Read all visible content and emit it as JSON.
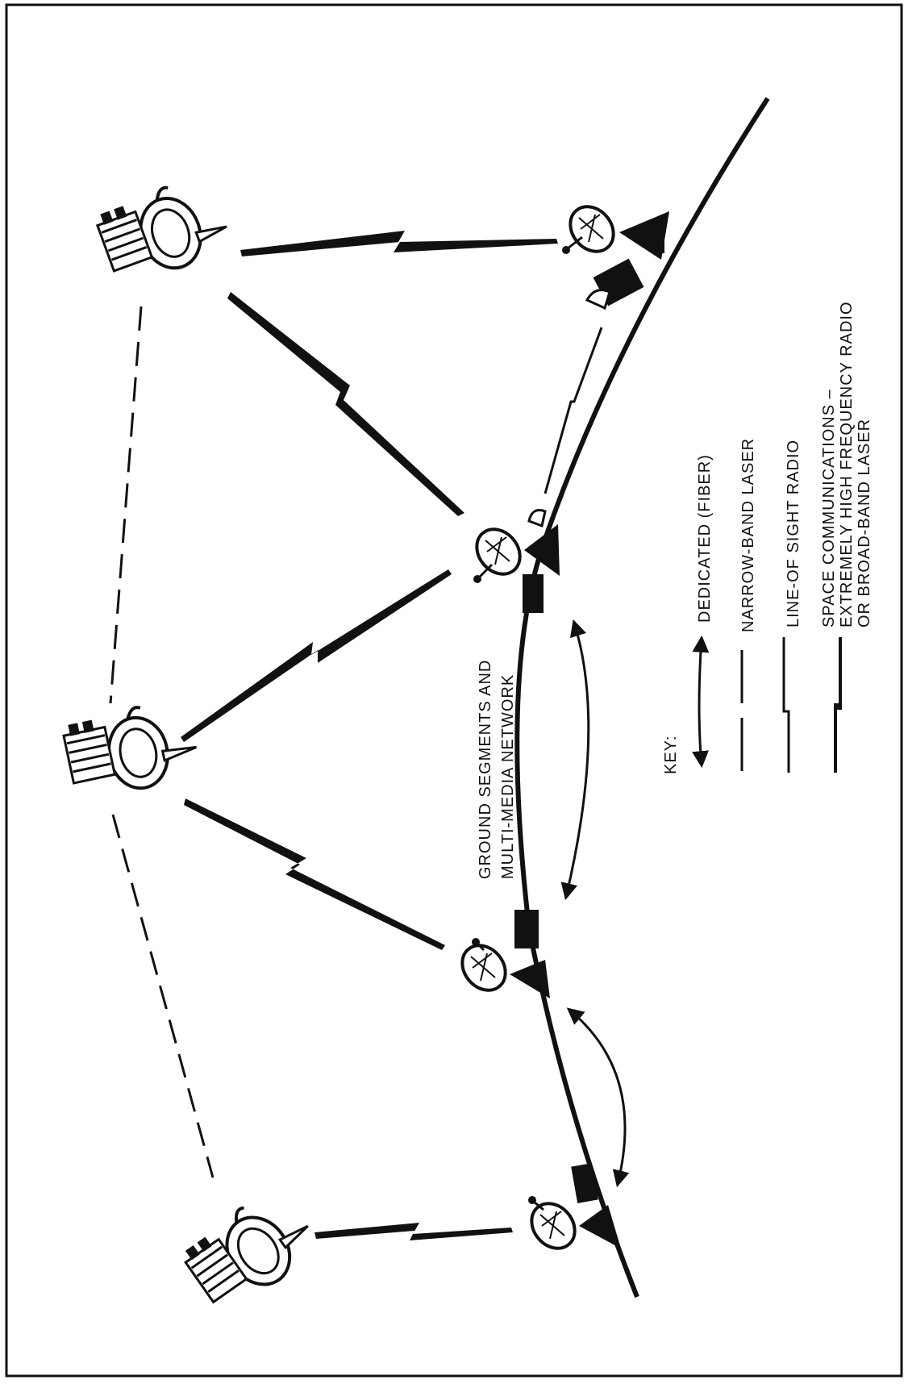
{
  "diagram": {
    "ground_label": [
      "GROUND SEGMENTS AND",
      "MULTI-MEDIA NETWORK"
    ],
    "key": {
      "title": "KEY:",
      "items": [
        {
          "id": "dedicated",
          "lines": [
            "DEDICATED (FIBER)"
          ]
        },
        {
          "id": "narrow-band",
          "lines": [
            "NARROW-BAND LASER"
          ]
        },
        {
          "id": "line-of-sight",
          "lines": [
            "LINE-OF SIGHT RADIO"
          ]
        },
        {
          "id": "space",
          "lines": [
            "SPACE COMMUNICATIONS –",
            "EXTREMELY HIGH FREQUENCY RADIO",
            "OR BROAD-BAND LASER"
          ]
        }
      ]
    },
    "colors": {
      "ink": "#111111",
      "paper": "#ffffff"
    },
    "nodes": {
      "satellites": [
        "satellite-left",
        "satellite-center",
        "satellite-right"
      ],
      "ground_stations": [
        "ground-station-bottom",
        "ground-station-lower-middle",
        "ground-station-upper-middle",
        "ground-station-top"
      ]
    }
  }
}
